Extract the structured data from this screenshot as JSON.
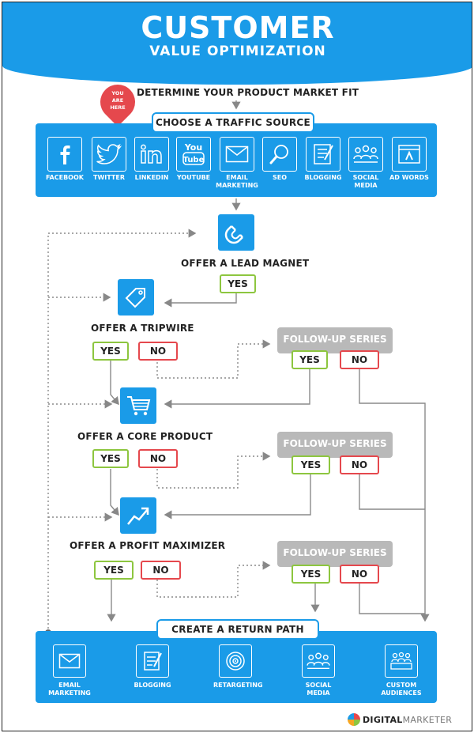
{
  "header": {
    "title": "CUSTOMER",
    "subtitle": "VALUE OPTIMIZATION"
  },
  "pin": {
    "line1": "YOU",
    "line2": "ARE",
    "line3": "HERE"
  },
  "determine_label": "DETERMINE YOUR PRODUCT MARKET FIT",
  "traffic": {
    "title": "CHOOSE A TRAFFIC SOURCE",
    "sources": [
      {
        "icon": "facebook-icon",
        "label": "FACEBOOK"
      },
      {
        "icon": "twitter-icon",
        "label": "TWITTER"
      },
      {
        "icon": "linkedin-icon",
        "label": "LINKEDIN"
      },
      {
        "icon": "youtube-icon",
        "label": "YOUTUBE"
      },
      {
        "icon": "email-icon",
        "label": "EMAIL MARKETING"
      },
      {
        "icon": "seo-icon",
        "label": "SEO"
      },
      {
        "icon": "blogging-icon",
        "label": "BLOGGING"
      },
      {
        "icon": "social-media-icon",
        "label": "SOCIAL MEDIA"
      },
      {
        "icon": "ad-words-icon",
        "label": "AD WORDS"
      }
    ]
  },
  "steps": {
    "lead_magnet": {
      "icon": "magnet-icon",
      "label": "OFFER A LEAD MAGNET",
      "yes": "YES"
    },
    "tripwire": {
      "icon": "tag-icon",
      "label": "OFFER A TRIPWIRE",
      "yes": "YES",
      "no": "NO"
    },
    "core": {
      "icon": "cart-icon",
      "label": "OFFER A CORE PRODUCT",
      "yes": "YES",
      "no": "NO"
    },
    "maximizer": {
      "icon": "trend-up-icon",
      "label": "OFFER A PROFIT MAXIMIZER",
      "yes": "YES",
      "no": "NO"
    }
  },
  "followup": {
    "label": "FOLLOW-UP SERIES",
    "yes": "YES",
    "no": "NO"
  },
  "return_path": {
    "title": "CREATE A RETURN PATH",
    "items": [
      {
        "icon": "email-icon",
        "label": "EMAIL MARKETING"
      },
      {
        "icon": "blogging-icon",
        "label": "BLOGGING"
      },
      {
        "icon": "retargeting-icon",
        "label": "RETARGETING"
      },
      {
        "icon": "social-media-icon",
        "label": "SOCIAL MEDIA"
      },
      {
        "icon": "custom-audiences-icon",
        "label": "CUSTOM AUDIENCES"
      }
    ]
  },
  "logo": {
    "part1": "DIGITAL",
    "part2": "MARKETER"
  },
  "colors": {
    "blue": "#1a9be8",
    "yes_green": "#8dc63f",
    "no_red": "#e5484d",
    "followup_gray": "#b9b9b9"
  }
}
